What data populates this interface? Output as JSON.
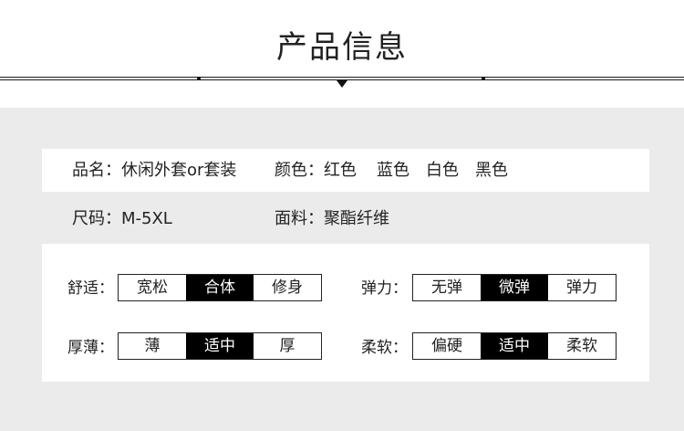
{
  "title": "产品信息",
  "product": {
    "name_label": "品名：",
    "name_value": "休闲外套or套装",
    "color_label": "颜色：",
    "colors": [
      "红色",
      "蓝色",
      "白色",
      "黑色"
    ],
    "size_label": "尺码：",
    "size_value": "M-5XL",
    "material_label": "面料：",
    "material_value": "聚酯纤维"
  },
  "attributes": [
    {
      "label": "舒适：",
      "options": [
        "宽松",
        "合体",
        "修身"
      ],
      "selected": 1
    },
    {
      "label": "弹力：",
      "options": [
        "无弹",
        "微弹",
        "弹力"
      ],
      "selected": 1
    },
    {
      "label": "厚薄：",
      "options": [
        "薄",
        "适中",
        "厚"
      ],
      "selected": 1
    },
    {
      "label": "柔软：",
      "options": [
        "偏硬",
        "适中",
        "柔软"
      ],
      "selected": 1
    }
  ],
  "colors_ui": {
    "background_gray": "#ebebeb",
    "panel": "#ffffff",
    "selected_fill": "#000000",
    "line": "#1a1a1a"
  }
}
